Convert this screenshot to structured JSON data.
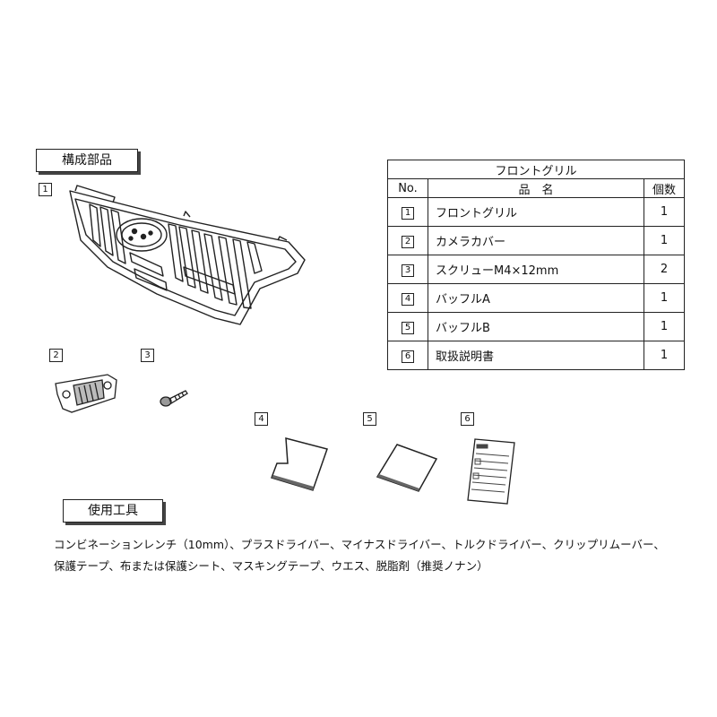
{
  "sections": {
    "components_title": "構成部品",
    "tools_title": "使用工具"
  },
  "figure_numbers": [
    "1",
    "2",
    "3",
    "4",
    "5",
    "6"
  ],
  "table": {
    "title": "フロントグリル",
    "headers": {
      "no": "No.",
      "name": "品　名",
      "qty": "個数"
    },
    "rows": [
      {
        "no": "1",
        "name": "フロントグリル",
        "qty": "1"
      },
      {
        "no": "2",
        "name": "カメラカバー",
        "qty": "1"
      },
      {
        "no": "3",
        "name": "スクリューM4×12mm",
        "qty": "2"
      },
      {
        "no": "4",
        "name": "バッフルA",
        "qty": "1"
      },
      {
        "no": "5",
        "name": "バッフルB",
        "qty": "1"
      },
      {
        "no": "6",
        "name": "取扱説明書",
        "qty": "1"
      }
    ]
  },
  "tools": {
    "line1": "コンビネーションレンチ（10mm）、プラスドライバー、マイナスドライバー、トルクドライバー、クリップリムーバー、",
    "line2": "保護テープ、布または保護シート、マスキングテープ、ウエス、脱脂剤（推奨ノナン）"
  }
}
